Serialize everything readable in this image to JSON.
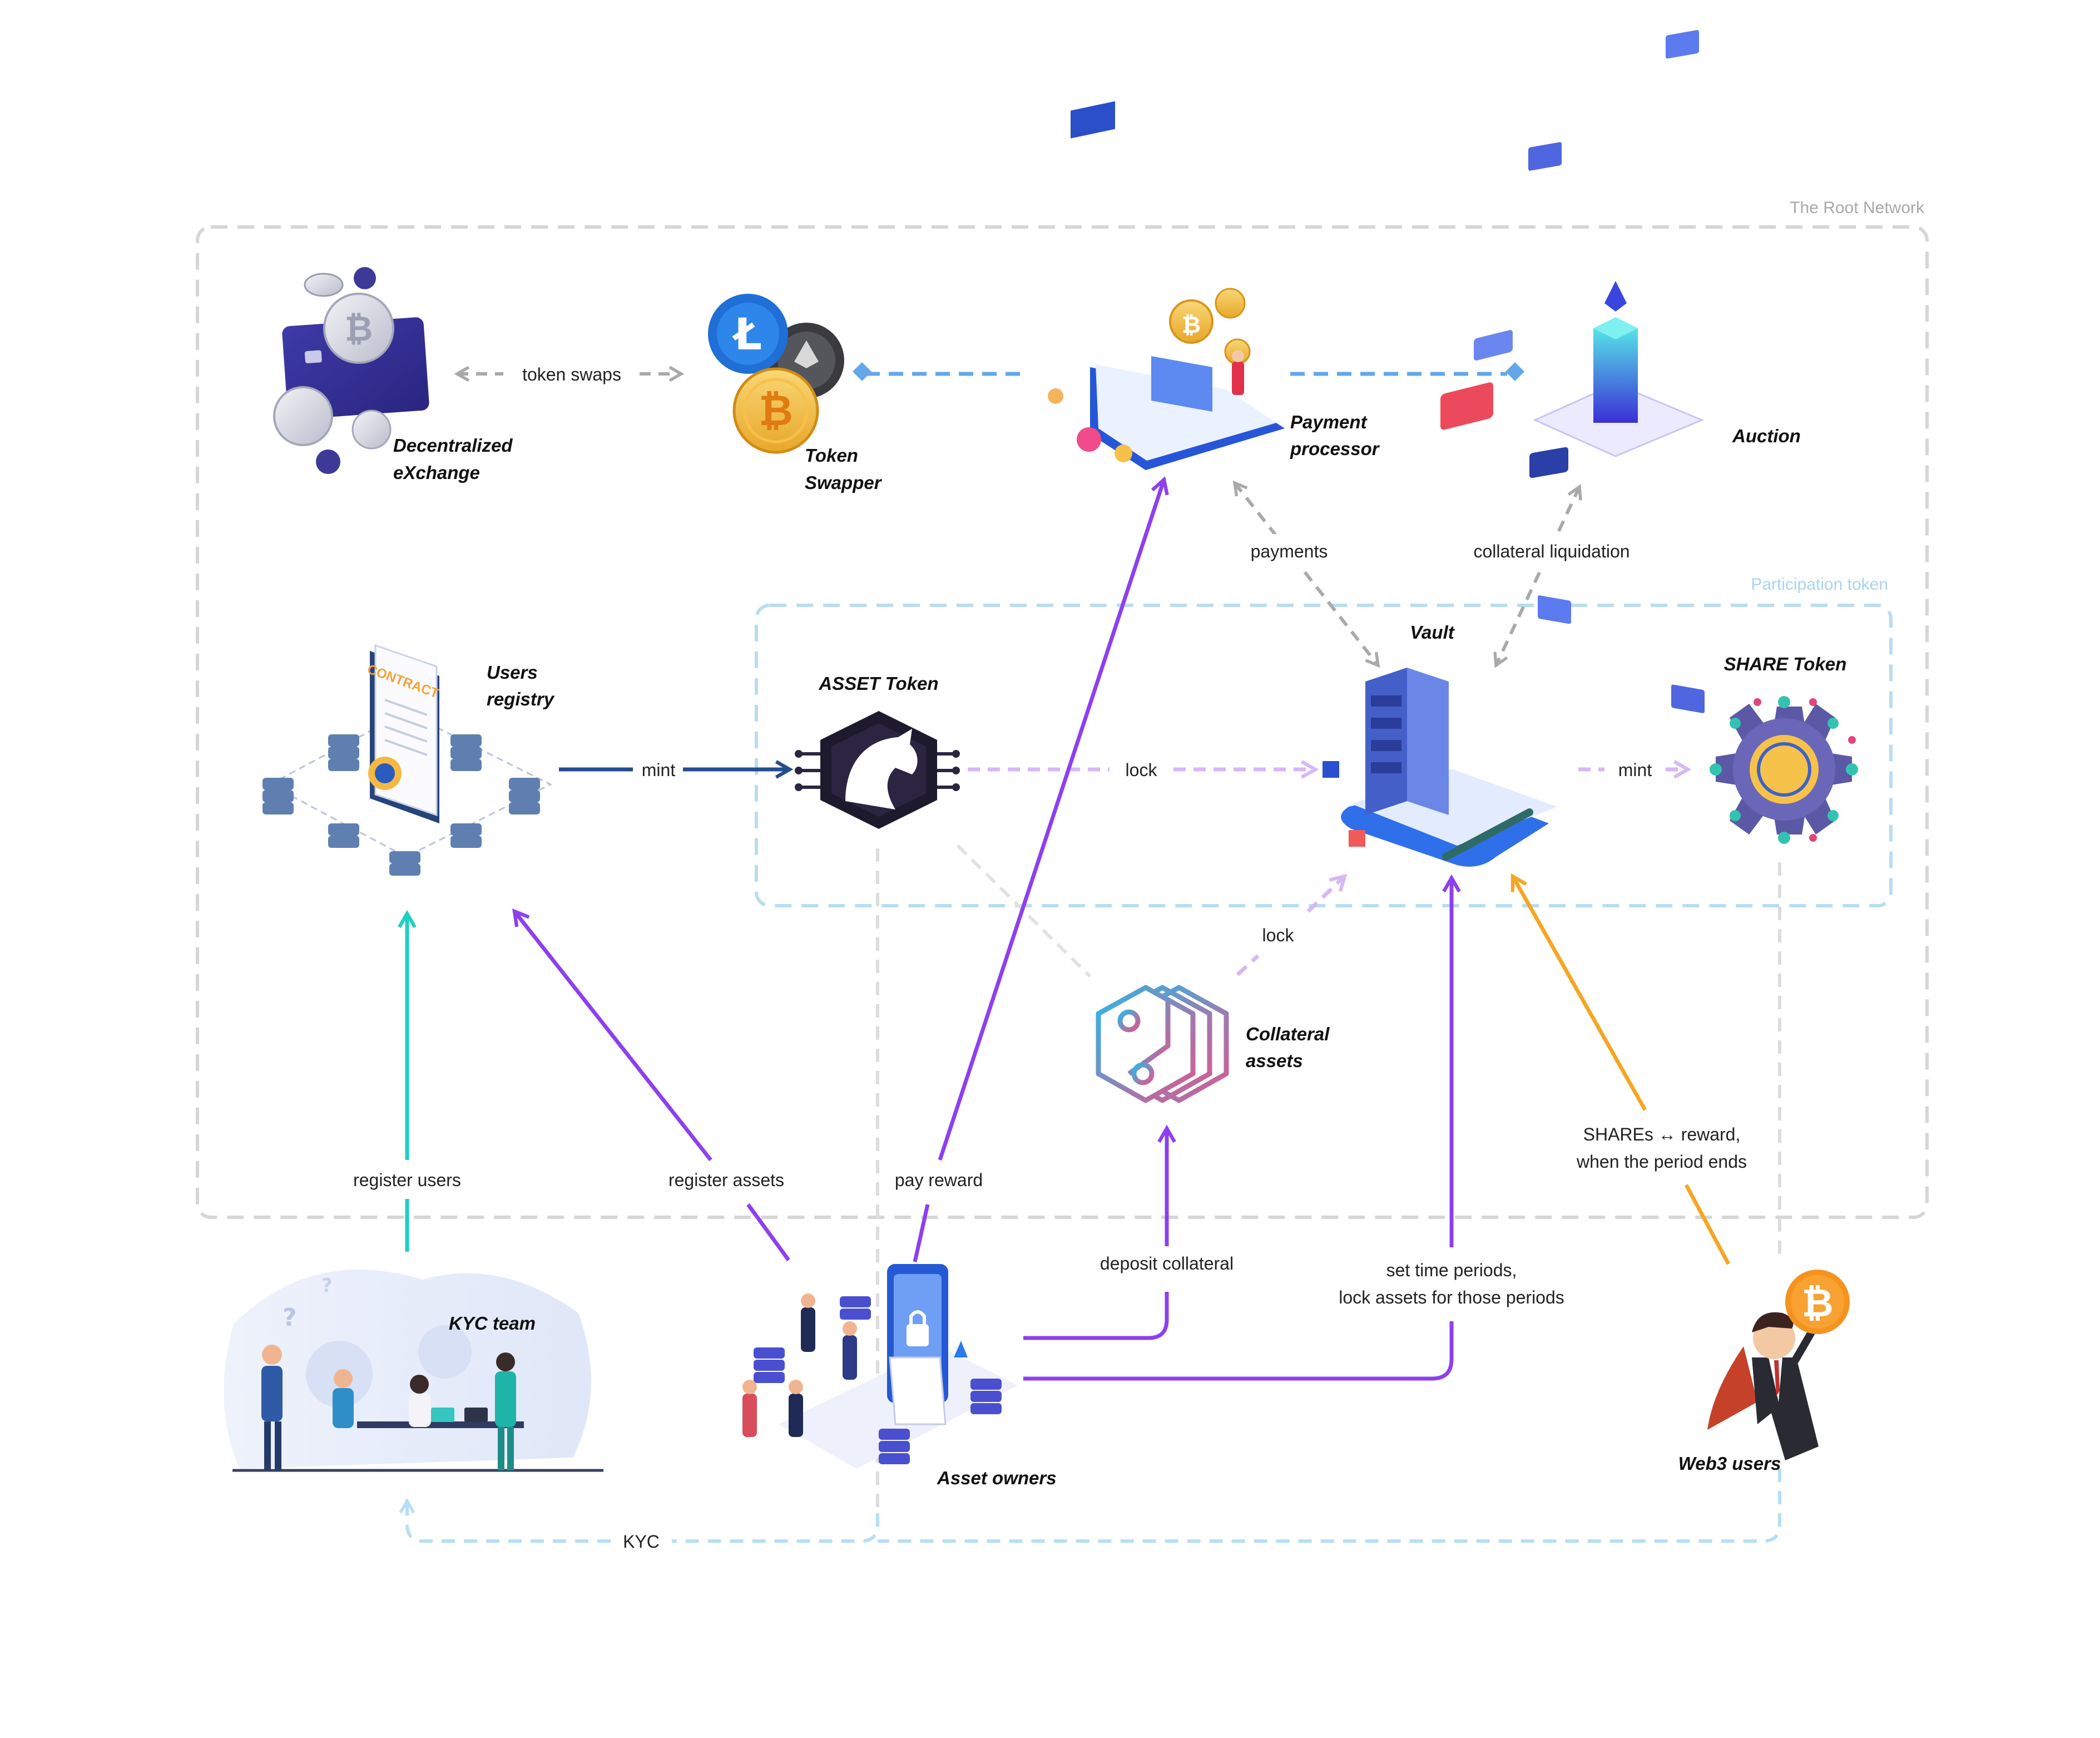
{
  "regions": {
    "root_network": "The Root Network",
    "participation_token": "Participation token"
  },
  "nodes": {
    "dex": [
      "Decentralized",
      "eXchange"
    ],
    "token_swapper": [
      "Token",
      "Swapper"
    ],
    "payment_processor": [
      "Payment",
      "processor"
    ],
    "auction": "Auction",
    "users_registry": [
      "Users",
      "registry"
    ],
    "asset_token": "ASSET Token",
    "vault": "Vault",
    "share_token": "SHARE Token",
    "collateral_assets": [
      "Collateral",
      "assets"
    ],
    "kyc_team": "KYC team",
    "asset_owners": "Asset owners",
    "web3_users": "Web3 users"
  },
  "edges": {
    "token_swaps": "token swaps",
    "payments": "payments",
    "collateral_liquidation": "collateral liquidation",
    "mint_asset": "mint",
    "lock_asset": "lock",
    "mint_share": "mint",
    "lock_collateral": "lock",
    "register_users": "register users",
    "register_assets": "register assets",
    "pay_reward": "pay reward",
    "deposit_collateral": "deposit collateral",
    "set_periods": [
      "set time periods,",
      "lock assets for those periods"
    ],
    "shares_reward": [
      "SHAREs ↔ reward,",
      "when the period ends"
    ],
    "kyc": "KYC"
  },
  "colors": {
    "region_root": "#d6d6d6",
    "region_participation": "#b9dcf2",
    "region_root_label": "#a8a8a8",
    "region_participation_label": "#a9d4f0",
    "gray_arrow": "#a9a9a9",
    "blue_dash": "#63a7ea",
    "navy_arrow": "#244c8f",
    "lavender_dash": "#d6b8f5",
    "purple": "#8d3ff0",
    "teal": "#1fcfc4",
    "orange": "#f5a623",
    "light_blue_dash": "#b6def5"
  },
  "icons": {
    "dex": "credit-card-with-coins-icon",
    "token_swapper": "crypto-coins-icon",
    "payment_processor": "payment-dashboard-icon",
    "auction": "blockchain-network-icon",
    "users_registry": "contract-document-icon",
    "asset_token": "horse-chip-icon",
    "vault": "server-vault-icon",
    "share_token": "gear-token-icon",
    "collateral_assets": "hexagon-circuit-icon",
    "kyc_team": "team-meeting-icon",
    "asset_owners": "people-with-phone-icon",
    "web3_users": "flying-businessman-icon"
  }
}
